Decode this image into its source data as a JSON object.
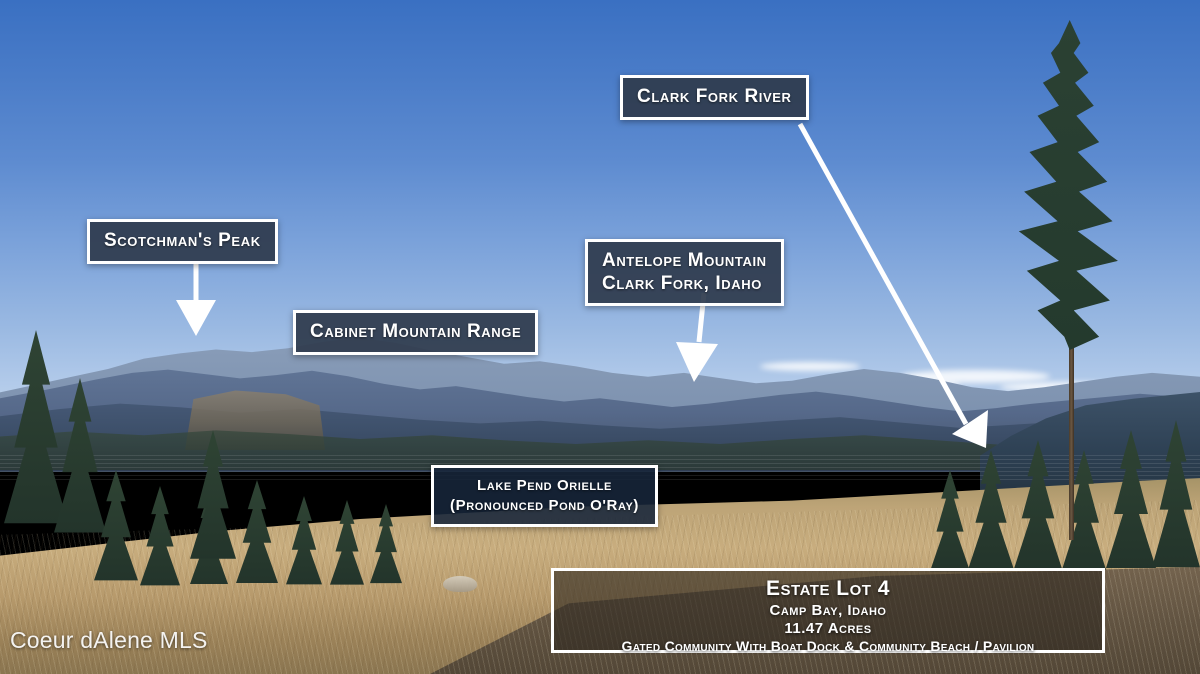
{
  "photo": {
    "alt": "Panoramic view of Lake Pend Oreille with Cabinet Mountain Range, Clark Fork Idaho"
  },
  "annotations": [
    {
      "id": "scotchmans-peak",
      "lines": [
        "Scotchman's Peak"
      ],
      "has_arrow": true
    },
    {
      "id": "cabinet-mountain-range",
      "lines": [
        "Cabinet Mountain Range"
      ],
      "has_arrow": false
    },
    {
      "id": "clark-fork-river",
      "lines": [
        "Clark Fork River"
      ],
      "has_arrow": true
    },
    {
      "id": "antelope-mountain",
      "lines": [
        "Antelope Mountain",
        "Clark Fork, Idaho"
      ],
      "has_arrow": true
    },
    {
      "id": "lake-pend-orielle",
      "lines": [
        "Lake Pend Orielle",
        "(Pronounced Pond O'Ray)"
      ],
      "has_arrow": false
    }
  ],
  "labels": {
    "scotchmans_peak": "Scotchman's Peak",
    "cabinet_mountain_range": "Cabinet Mountain Range",
    "clark_fork_river": "Clark Fork River",
    "antelope_mountain_line1": "Antelope Mountain",
    "antelope_mountain_line2": "Clark Fork, Idaho",
    "lake_line1": "Lake Pend Orielle",
    "lake_line2": "(Pronounced Pond O'Ray)"
  },
  "estate_info": {
    "title": "Estate Lot 4",
    "location": "Camp Bay, Idaho",
    "acreage": "11.47 Acres",
    "features": "Gated Community With Boat Dock & Community Beach / Pavilion"
  },
  "watermark": {
    "text": "Coeur dAlene MLS"
  },
  "colors": {
    "label_background": "#2f3b4e",
    "label_border": "#ffffff",
    "label_text": "#ffffff",
    "lake_label_background": "#17263a",
    "estate_box_background": "#2e2820",
    "sky_top": "#3a70c2",
    "sky_horizon": "#c3d6ee",
    "water": "#2f5a92",
    "meadow": "#c8ad7e",
    "arrow": "#ffffff"
  }
}
